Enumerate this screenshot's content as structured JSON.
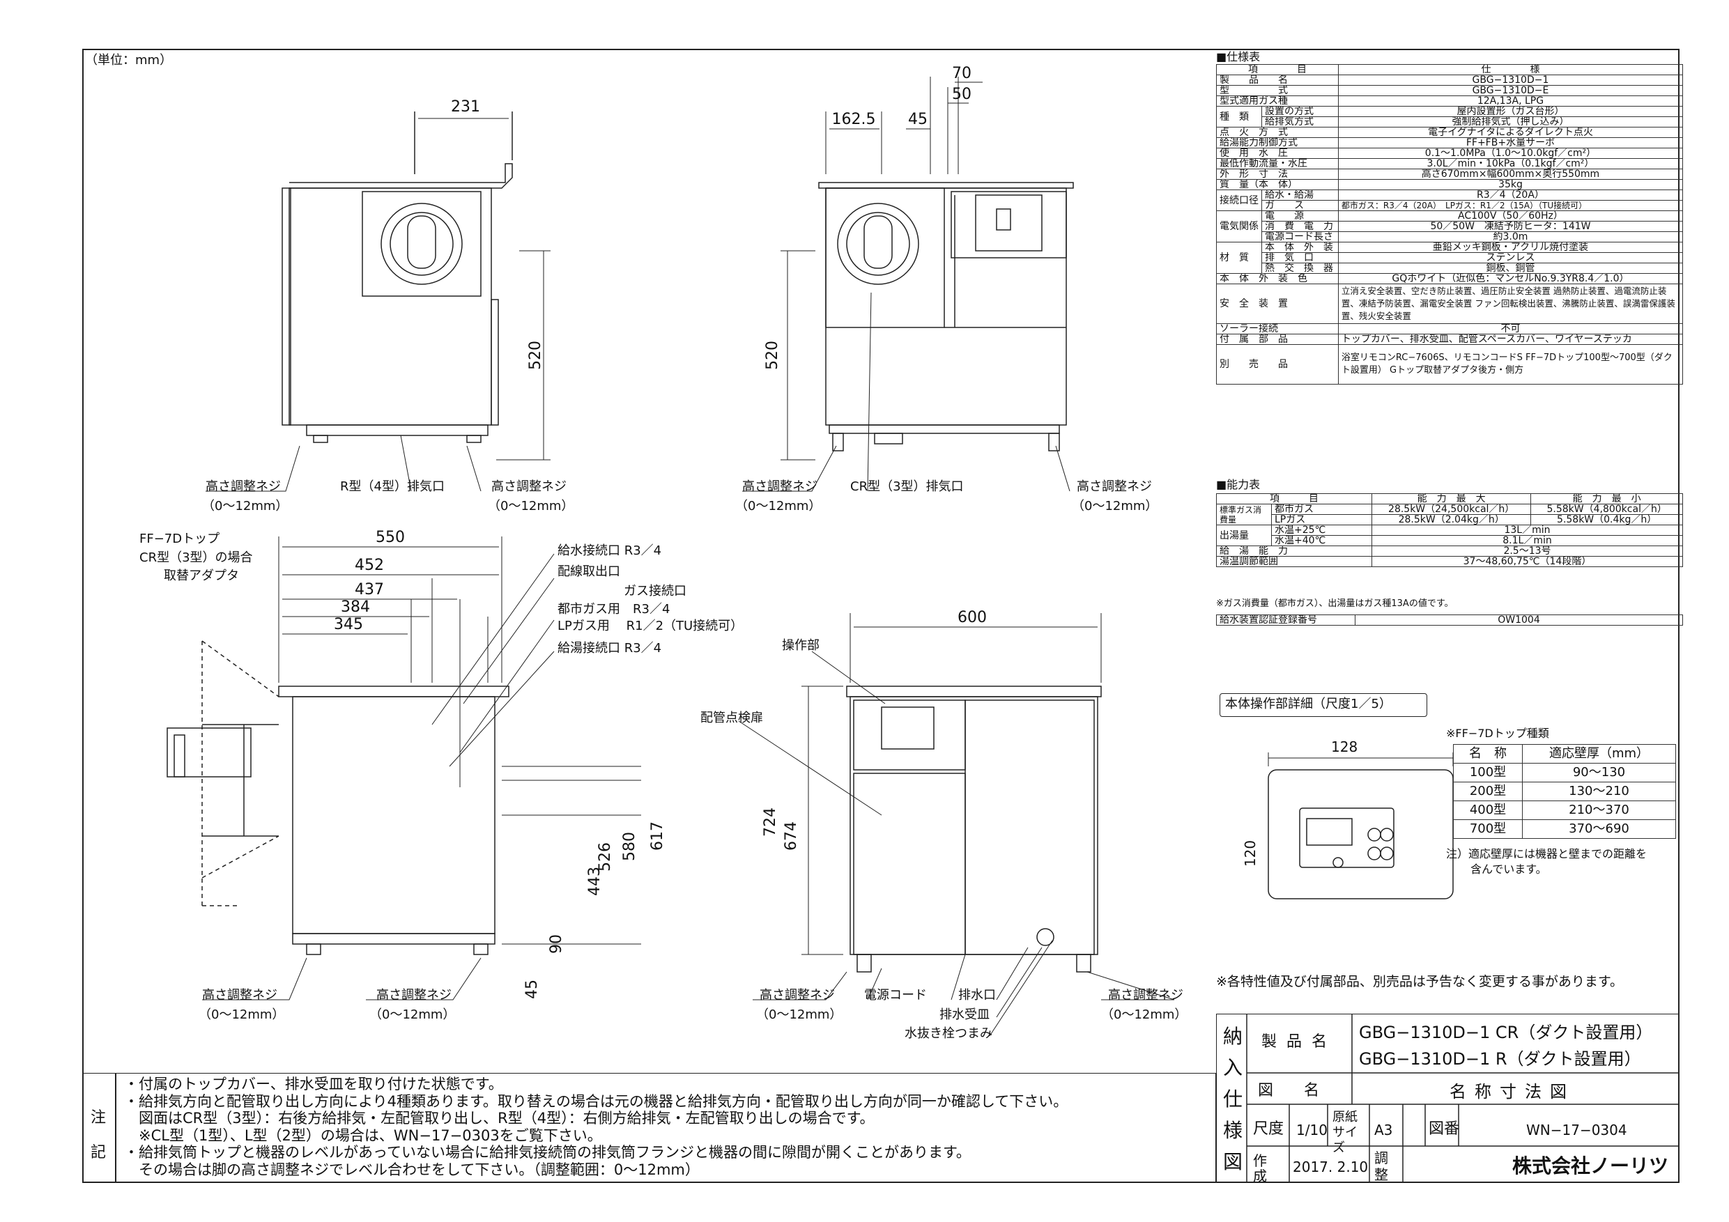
{
  "unit": "（単位：mm）",
  "spec": {
    "heading": "■仕様表",
    "col_item": "項　　　　目",
    "col_spec": "仕　　　　様",
    "rows": [
      {
        "g": "",
        "k": "製　　品　　名",
        "v": "GBG−1310D−1"
      },
      {
        "g": "",
        "k": "型　　　　　式",
        "v": "GBG−1310D−E"
      },
      {
        "g": "",
        "k": "型式適用ガス種",
        "v": "12A,13A, LPG"
      },
      {
        "g": "種　類",
        "k": "設置の方式",
        "v": "屋内設置形（ガス台形）"
      },
      {
        "g": "",
        "k": "給排気方式",
        "v": "強制給排気式（押し込み）"
      },
      {
        "g": "",
        "k": "点　火　方　式",
        "v": "電子イグナイタによるダイレクト点火"
      },
      {
        "g": "",
        "k": "給湯能力制御方式",
        "v": "FF+FB+水量サーボ"
      },
      {
        "g": "",
        "k": "使　用　水　圧",
        "v": "0.1〜1.0MPa（1.0〜10.0kgf／cm²）"
      },
      {
        "g": "",
        "k": "最低作動流量・水圧",
        "v": "3.0L／min・10kPa（0.1kgf／cm²）"
      },
      {
        "g": "",
        "k": "外　形　寸　法",
        "v": "高さ670mm×幅600mm×奥行550mm"
      },
      {
        "g": "",
        "k": "質　量（本　体）",
        "v": "35kg"
      },
      {
        "g": "接続口径",
        "k": "給水・給湯",
        "v": "R3／4（20A）"
      },
      {
        "g": "",
        "k": "ガ　　ス",
        "v": "都市ガス：R3／4（20A）　LPガス：R1／2（15A）（TU接続可）"
      },
      {
        "g": "電気関係",
        "k": "電　　源",
        "v": "AC100V（50／60Hz）"
      },
      {
        "g": "",
        "k": "消　費　電　力",
        "v": "50／50W　凍結予防ヒータ：141W"
      },
      {
        "g": "",
        "k": "電源コード長さ",
        "v": "約3.0m"
      },
      {
        "g": "材　質",
        "k": "本　体　外　装",
        "v": "亜鉛メッキ鋼板・アクリル焼付塗装"
      },
      {
        "g": "",
        "k": "排　気　口",
        "v": "ステンレス"
      },
      {
        "g": "",
        "k": "熱　交　換　器",
        "v": "銅板、銅管"
      },
      {
        "g": "",
        "k": "本　体　外　装　色",
        "v": "GQホワイト（近似色：マンセルNo.9.3YR8.4／1.0）"
      },
      {
        "g": "",
        "k": "安　全　装　置",
        "v": "立消え安全装置、空だき防止装置、過圧防止安全装置 過熱防止装置、過電流防止装置、凍結予防装置、漏電安全装置 ファン回転検出装置、沸騰防止装置、誤満雷保護装置、残火安全装置"
      },
      {
        "g": "",
        "k": "ソーラー接続",
        "v": "不可"
      },
      {
        "g": "",
        "k": "付　属　部　品",
        "v": "トップカバー、排水受皿、配管スペースカバー、ワイヤーステッカ"
      },
      {
        "g": "",
        "k": "別　　売　　品",
        "v": "浴室リモコンRC−7606S、リモコンコードS FF−7Dトップ100型〜700型（ダクト設置用） Gトップ取替アダプタ後方・側方"
      }
    ]
  },
  "capacity": {
    "heading": "■能力表",
    "col_item": "項　　　目",
    "col_max": "能　力　最　大",
    "col_min": "能　力　最　小",
    "rows": [
      {
        "g": "標準ガス消費量",
        "k": "都市ガス",
        "max": "28.5kW（24,500kcal／h）",
        "min": "5.58kW（4,800kcal／h）"
      },
      {
        "g": "",
        "k": "LPガス",
        "max": "28.5kW（2.04kg／h）",
        "min": "5.58kW（0.4kg／h）"
      },
      {
        "g": "出湯量",
        "k": "水温+25℃",
        "max": "13L／min",
        "min": ""
      },
      {
        "g": "",
        "k": "水温+40℃",
        "max": "8.1L／min",
        "min": ""
      },
      {
        "g": "",
        "k": "給　湯　能　力",
        "max": "2.5〜13号",
        "min": ""
      },
      {
        "g": "",
        "k": "湯温調節範囲",
        "max": "37〜48,60,75℃（14段階）",
        "min": ""
      }
    ],
    "note": "※ガス消費量（都市ガス）、出湯量はガス種13Aの値です。",
    "reg_label": "給水装置認証登録番号",
    "reg_value": "OW1004"
  },
  "panel_detail": {
    "title": "本体操作部詳細（尺度1／5）",
    "w": "128",
    "h": "120"
  },
  "ff_table": {
    "title": "※FF−7Dトップ種類",
    "col_name": "名　称",
    "col_wall": "適応壁厚（mm）",
    "rows": [
      {
        "name": "100型",
        "wall": "90〜130"
      },
      {
        "name": "200型",
        "wall": "130〜210"
      },
      {
        "name": "400型",
        "wall": "210〜370"
      },
      {
        "name": "700型",
        "wall": "370〜690"
      }
    ],
    "note1": "注）適応壁厚には機器と壁までの距離を",
    "note2": "含んでいます。"
  },
  "change_note": "※各特性値及び付属部品、別売品は予告なく変更する事があります。",
  "title_block": {
    "vert": "納入仕様図",
    "prod_label": "製品名",
    "prod1": "GBG−1310D−1 CR（ダクト設置用）",
    "prod2": "GBG−1310D−1 R（ダクト設置用）",
    "fig_label": "図　　名",
    "fig_value": "名称寸法図",
    "scale_label": "尺度",
    "scale_value": "1/10",
    "paper_label": "原紙サイズ",
    "paper_value": "A3",
    "num_label": "図番",
    "num_value": "WN−17−0304",
    "made_label": "作成",
    "made_value": "2017. 2.10",
    "adj_label": "調整",
    "company": "株式会社ノーリツ"
  },
  "notes": {
    "label": "注記",
    "lines": [
      "・付属のトップカバー、排水受皿を取り付けた状態です。",
      "・給排気方向と配管取り出し方向により4種類あります。取り替えの場合は元の機器と給排気方向・配管取り出し方向が同一か確認して下さい。",
      "　図面はCR型（3型）：右後方給排気・左配管取り出し、R型（4型）：右側方給排気・左配管取り出しの場合です。",
      "　※CL型（1型）、L型（2型）の場合は、WN−17−0303をご覧下さい。",
      "・給排気筒トップと機器のレベルがあっていない場合に給排気接続筒の排気筒フランジと機器の間に隙間が開くことがあります。",
      "　その場合は脚の高さ調整ネジでレベル合わせをして下さい。（調整範囲：0〜12mm）"
    ]
  },
  "drawing": {
    "dim_231": "231",
    "dim_520a": "520",
    "dim_520b": "520",
    "dim_1625": "162.5",
    "dim_45a": "45",
    "dim_70": "70",
    "dim_50": "50",
    "dim_550": "550",
    "dim_452": "452",
    "dim_437": "437",
    "dim_384": "384",
    "dim_345": "345",
    "dim_600": "600",
    "dim_724": "724",
    "dim_674": "674",
    "dim_617": "617",
    "dim_580": "580",
    "dim_526": "526",
    "dim_443": "443",
    "dim_90": "90",
    "dim_45b": "45",
    "adj_screw": "高さ調整ネジ",
    "adj_range": "（0〜12mm）",
    "r_exhaust": "R型（4型）排気口",
    "cr_exhaust": "CR型（3型）排気口",
    "ff_top": "FF−7Dトップ",
    "ff_cr": "CR型（3型）の場合",
    "ff_adapter": "取替アダプタ",
    "water_in": "給水接続口 R3／4",
    "wiring": "配線取出口",
    "gas": "ガス接続口",
    "gas_city": "都市ガス用　R3／4",
    "gas_lp": "LPガス用　 R1／2（TU接続可）",
    "hot_out": "給湯接続口 R3／4",
    "op_unit": "操作部",
    "inspect_door": "配管点検扉",
    "power_cord": "電源コード",
    "drain": "排水口",
    "drain_tray": "排水受皿",
    "drain_plug": "水抜き栓つまみ"
  }
}
